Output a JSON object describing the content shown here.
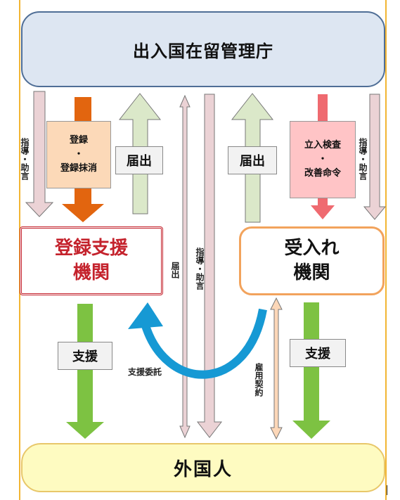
{
  "nodes": {
    "agency": "出入国在留管理庁",
    "registered_support": {
      "line1": "登録支援",
      "line2": "機関"
    },
    "receiving": {
      "line1": "受入れ",
      "line2": "機関"
    },
    "foreign": "外国人"
  },
  "labels": {
    "guide_left": "指導・助言",
    "registration": {
      "line1": "登録",
      "line2": "・",
      "line3": "登録抹消"
    },
    "notify_left": "届出",
    "notify_mid": "届出",
    "guide_mid": "指導・助言",
    "notify_right": "届出",
    "inspection": {
      "line1": "立入検査",
      "line2": "・",
      "line3": "改善命令"
    },
    "guide_right": "指導・助言",
    "support_left": "支援",
    "support_right": "支援",
    "entrust": "支援委託",
    "employment": "雇用契約"
  },
  "colors": {
    "agency_fill": "#dde6f2",
    "agency_border": "#4f6e96",
    "registered_red": "#c4222c",
    "receiving_orange": "#f2a35c",
    "foreign_fill": "#fefbc1",
    "green_arrow": "#7dc242",
    "light_green_arrow": "#dbe8c9",
    "orange_arrow": "#e2650f",
    "red_arrow": "#ef6a70",
    "pink_arrow": "#ebd2d5",
    "peach_arrow": "#fcd7b8",
    "blue_arrow": "#1699d4"
  }
}
